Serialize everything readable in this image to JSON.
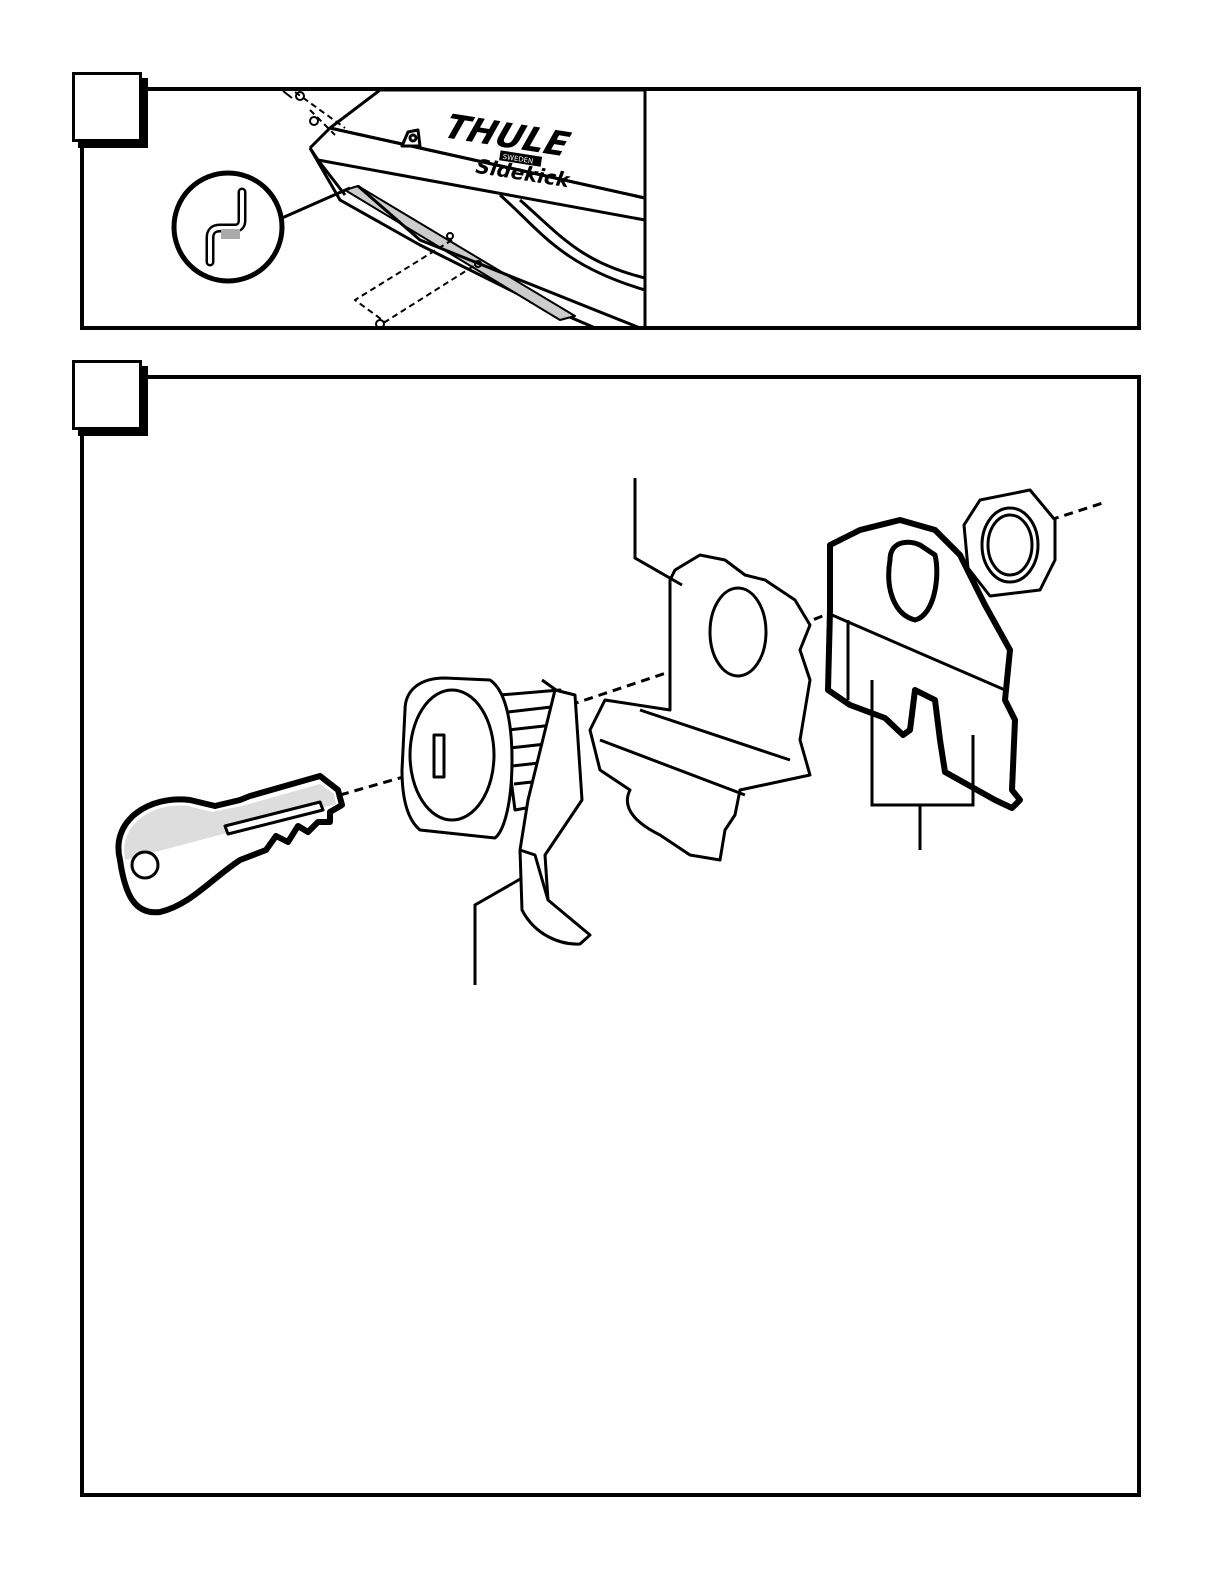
{
  "steps": [
    {
      "id": "step-1",
      "number": "",
      "instruction": ""
    },
    {
      "id": "step-2",
      "number": "",
      "instruction": ""
    }
  ],
  "logo": {
    "brand": "THULE",
    "small": "SWEDEN",
    "model": "Sidekick"
  },
  "colors": {
    "line": "#000000",
    "paper": "#ffffff",
    "shade": "#cccccc"
  }
}
